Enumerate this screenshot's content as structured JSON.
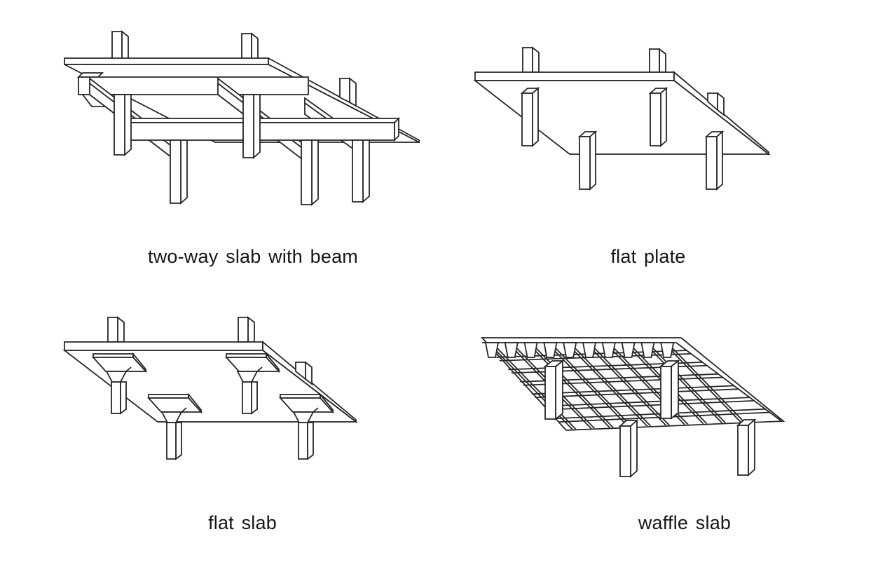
{
  "page": {
    "background": "#ffffff"
  },
  "style": {
    "stroke": "#262626",
    "fill": "#ffffff",
    "label_color": "#161616"
  },
  "figures": [
    {
      "id": "two-way-slab-with-beam",
      "caption": "two-way slab with beam"
    },
    {
      "id": "flat-plate",
      "caption": "flat plate"
    },
    {
      "id": "flat-slab",
      "caption": "flat slab"
    },
    {
      "id": "waffle-slab",
      "caption": "waffle slab"
    }
  ]
}
